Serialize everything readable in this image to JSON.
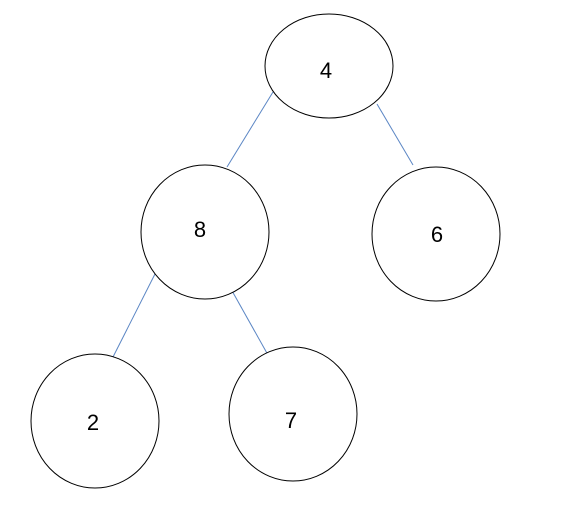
{
  "diagram": {
    "nodes": [
      {
        "id": "n4",
        "label": "4"
      },
      {
        "id": "n8",
        "label": "8"
      },
      {
        "id": "n6",
        "label": "6"
      },
      {
        "id": "n2",
        "label": "2"
      },
      {
        "id": "n7",
        "label": "7"
      }
    ],
    "edges": [
      {
        "from": "n4",
        "to": "n8"
      },
      {
        "from": "n4",
        "to": "n6"
      },
      {
        "from": "n8",
        "to": "n2"
      },
      {
        "from": "n8",
        "to": "n7"
      }
    ]
  },
  "colors": {
    "edge": "#5b86c4",
    "node_stroke": "#000000",
    "node_fill": "#ffffff",
    "background": "#ffffff"
  }
}
